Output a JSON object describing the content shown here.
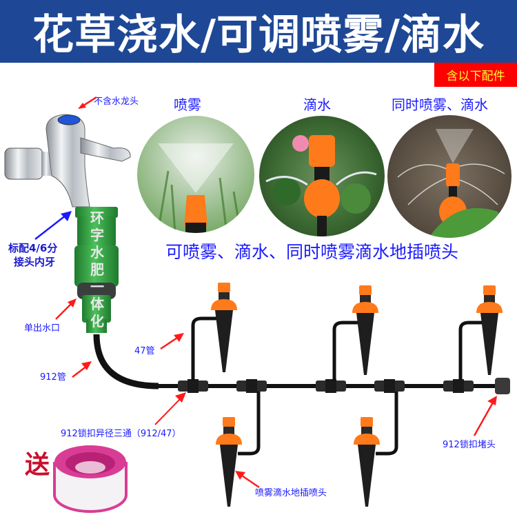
{
  "banner": {
    "title": "花草浇水/可调喷雾/滴水",
    "background": "#1e4896"
  },
  "badge": {
    "label": "含以下配件",
    "background": "#ff0000",
    "text_color": "#ffff33"
  },
  "modes": [
    {
      "label": "喷雾",
      "icon": "mist-nozzle-photo"
    },
    {
      "label": "滴水",
      "icon": "drip-nozzle-photo"
    },
    {
      "label": "同时喷雾、滴水",
      "icon": "mist-and-drip-nozzle-photo"
    }
  ],
  "caption": "可喷雾、滴水、同时喷雾滴水地插喷头",
  "annotations": {
    "no_faucet": "不含水龙头",
    "connector_line1": "标配4/6分",
    "connector_line2": "接头内牙",
    "single_outlet": "单出水口",
    "pipe_47": "47管",
    "pipe_912": "912管",
    "tee": "912锁扣异径三通（912/47）",
    "end_cap": "912锁扣堵头",
    "stake_nozzle": "喷雾滴水地插喷头"
  },
  "connector_text": [
    "环",
    "字",
    "水",
    "肥",
    "一",
    "体",
    "化"
  ],
  "gift": {
    "label": "送",
    "item": "ptfe-tape-roll"
  },
  "colors": {
    "label_blue": "#1a1aff",
    "arrow_red": "#ff1a1a",
    "nozzle_orange": "#ff7a1a",
    "connector_green": "#2e9a3e",
    "pipe_black": "#1a1a1a"
  }
}
